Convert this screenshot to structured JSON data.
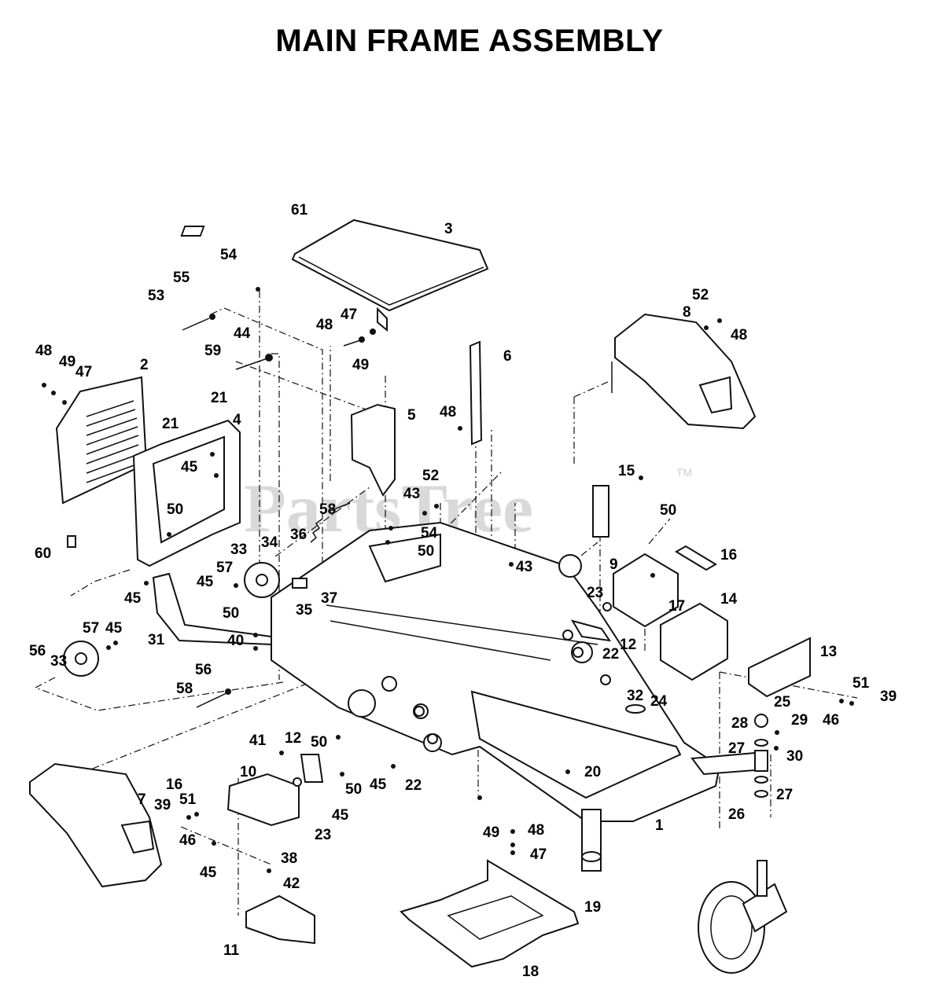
{
  "title": "MAIN FRAME ASSEMBLY",
  "watermark": {
    "text": "PartsTree",
    "mark": "TM"
  },
  "labels": [
    "1",
    "2",
    "3",
    "4",
    "5",
    "6",
    "7",
    "8",
    "9",
    "10",
    "11",
    "12",
    "12",
    "13",
    "14",
    "15",
    "16",
    "16",
    "17",
    "18",
    "19",
    "20",
    "21",
    "21",
    "22",
    "22",
    "23",
    "23",
    "24",
    "25",
    "26",
    "27",
    "27",
    "28",
    "29",
    "30",
    "31",
    "32",
    "33",
    "33",
    "34",
    "35",
    "36",
    "37",
    "38",
    "39",
    "39",
    "40",
    "41",
    "42",
    "43",
    "43",
    "44",
    "45",
    "45",
    "45",
    "45",
    "45",
    "45",
    "45",
    "46",
    "46",
    "47",
    "47",
    "47",
    "48",
    "48",
    "48",
    "48",
    "48",
    "49",
    "49",
    "49",
    "50",
    "50",
    "50",
    "50",
    "50",
    "50",
    "51",
    "51",
    "52",
    "52",
    "53",
    "54",
    "54",
    "55",
    "56",
    "56",
    "57",
    "57",
    "58",
    "58",
    "59",
    "60",
    "61"
  ]
}
